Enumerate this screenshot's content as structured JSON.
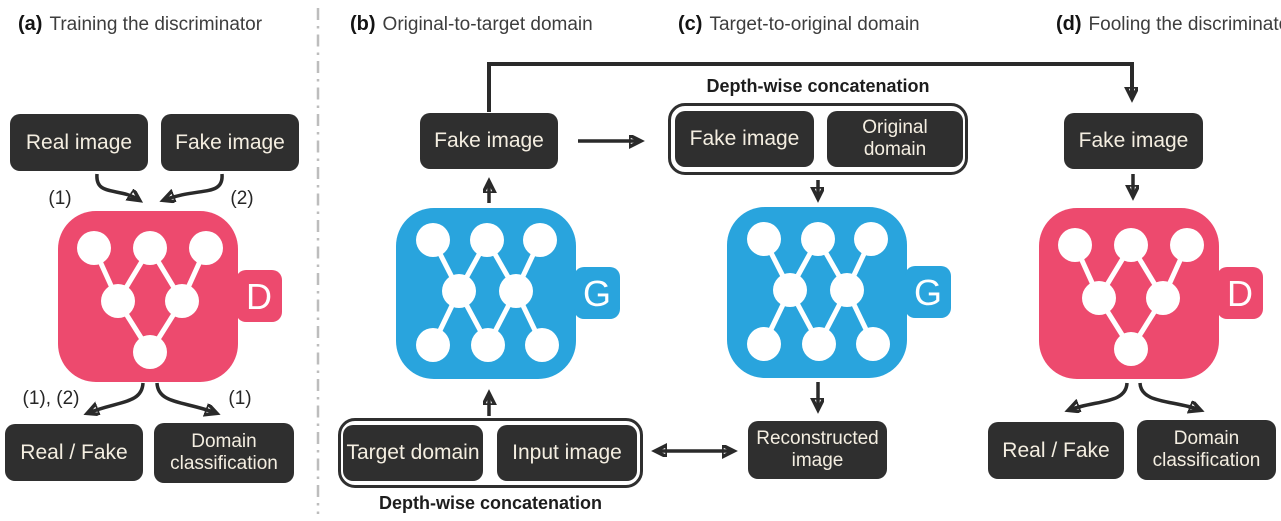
{
  "colors": {
    "discriminator_pink": "#ED4A6E",
    "generator_blue": "#29A4DD",
    "box_dark": "#2F2F2F",
    "box_text": "#F4EEE1",
    "arrow": "#2A2A2A",
    "divider_gray": "#BDBDBD"
  },
  "panels": {
    "a": {
      "tag": "(a)",
      "title": "Training the discriminator",
      "real_image": "Real image",
      "fake_image": "Fake image",
      "input_label_1": "(1)",
      "input_label_2": "(2)",
      "output_label_left": "(1), (2)",
      "output_label_right": "(1)",
      "network_letter": "D",
      "real_fake": "Real / Fake",
      "domain_classification": "Domain classification"
    },
    "b": {
      "tag": "(b)",
      "title": "Original-to-target domain",
      "fake_image": "Fake image",
      "network_letter": "G",
      "target_domain": "Target domain",
      "input_image": "Input image",
      "concat_label": "Depth-wise concatenation"
    },
    "c": {
      "tag": "(c)",
      "title": "Target-to-original domain",
      "concat_label": "Depth-wise concatenation",
      "fake_image": "Fake image",
      "original_domain": "Original domain",
      "network_letter": "G",
      "reconstructed_image": "Reconstructed image"
    },
    "d": {
      "tag": "(d)",
      "title": "Fooling the discriminator",
      "fake_image": "Fake image",
      "network_letter": "D",
      "real_fake": "Real / Fake",
      "domain_classification": "Domain classification"
    }
  }
}
